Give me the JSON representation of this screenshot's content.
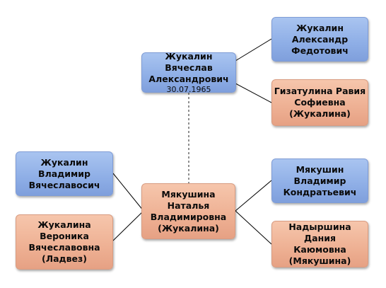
{
  "people": {
    "root": {
      "name": "Жукалин Вячеслав\nАлександрович",
      "date": "30.07.1965",
      "color": "#8eaee6"
    },
    "root_father": {
      "name": "Жукалин\nАлександр\nФедотович",
      "color": "#8eaee6"
    },
    "root_mother": {
      "name": "Гизатулина Равия\nСофиевна\n(Жукалина)",
      "color": "#eeb093"
    },
    "spouse": {
      "name": "Мякушина\nНаталья\nВладимировна\n(Жукалина)",
      "color": "#eeb093"
    },
    "child_son": {
      "name": "Жукалин\nВладимир\nВячеславосич",
      "color": "#8eaee6"
    },
    "child_daughter": {
      "name": "Жукалина\nВероника\nВячеславовна\n(Ладвез)",
      "color": "#eeb093"
    },
    "spouse_father": {
      "name": "Мякушин\nВладимир\nКондратьевич",
      "color": "#8eaee6"
    },
    "spouse_mother": {
      "name": "Надыршина Дания\nКаюмовна\n(Мякушина)",
      "color": "#eeb093"
    }
  }
}
